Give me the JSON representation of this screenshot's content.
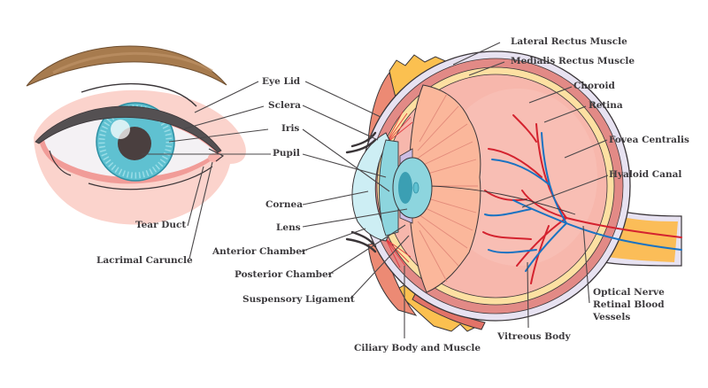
{
  "title": "Human eye anatomy – front view and cross-section",
  "colors": {
    "label_text": "#3c3a3d",
    "leader_line": "#4a4749",
    "skin": "#fbd3cc",
    "eyebrow": "#a77b4e",
    "lash_line": "#545052",
    "iris": "#5fc1d1",
    "pupil": "#4a3f3f",
    "sclera_white": "#f4f1f4",
    "lid_rim": "#f19c98",
    "choroid": "#e28a86",
    "retina": "#fde0a2",
    "sclera_outer": "#e7e2f1",
    "vitreous": "#f7b7ac",
    "ciliary": "#fbb79b",
    "fat": "#fbc050",
    "muscle": "#ec8a74",
    "artery": "#d4232f",
    "vein": "#1a73c2",
    "optic_nerve": "#fbbd58",
    "cornea": "#cdeef4",
    "lens": "#8dd5de"
  },
  "front_view": {
    "labels": [
      {
        "id": "eye-lid",
        "text": "Eye Lid"
      },
      {
        "id": "sclera",
        "text": "Sclera"
      },
      {
        "id": "iris",
        "text": "Iris"
      },
      {
        "id": "pupil",
        "text": "Pupil"
      },
      {
        "id": "tear-duct",
        "text": "Tear Duct"
      },
      {
        "id": "lacrimal-caruncle",
        "text": "Lacrimal Caruncle"
      }
    ]
  },
  "cross_section": {
    "labels_left": [
      {
        "id": "cornea",
        "text": "Cornea"
      },
      {
        "id": "lens",
        "text": "Lens"
      },
      {
        "id": "anterior-chamber",
        "text": "Anterior Chamber"
      },
      {
        "id": "posterior-chamber",
        "text": "Posterior Chamber"
      },
      {
        "id": "suspensory-ligament",
        "text": "Suspensory Ligament"
      }
    ],
    "labels_right": [
      {
        "id": "lateral-rectus-muscle",
        "text": "Lateral Rectus Muscle"
      },
      {
        "id": "medialis-rectus-muscle",
        "text": "Medialis Rectus Muscle"
      },
      {
        "id": "choroid",
        "text": "Choroid"
      },
      {
        "id": "retina",
        "text": "Retina"
      },
      {
        "id": "fovea-centralis",
        "text": "Fovea Centralis"
      },
      {
        "id": "hyaloid-canal",
        "text": "Hyaloid Canal"
      }
    ],
    "labels_bottom": [
      {
        "id": "ciliary-body-and-muscle",
        "text": "Ciliary Body and Muscle"
      },
      {
        "id": "vitreous-body",
        "text": "Vitreous Body"
      },
      {
        "id": "optical-nerve",
        "lines": [
          "Optical Nerve",
          "Retinal Blood",
          "Vessels"
        ]
      }
    ]
  }
}
